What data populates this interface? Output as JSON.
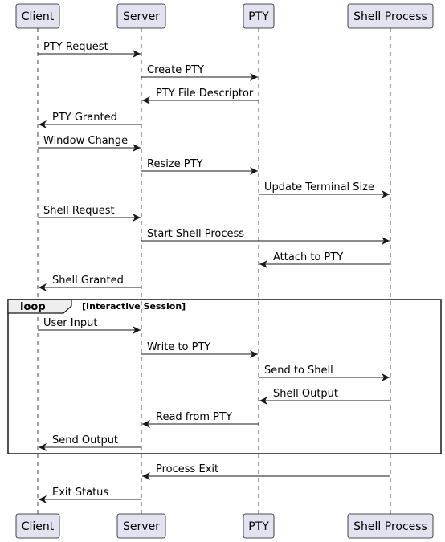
{
  "participants": [
    {
      "id": "client",
      "name": "Client"
    },
    {
      "id": "server",
      "name": "Server"
    },
    {
      "id": "pty",
      "name": "PTY"
    },
    {
      "id": "shell",
      "name": "Shell Process"
    }
  ],
  "messages": [
    {
      "from": "client",
      "to": "server",
      "label": "PTY Request"
    },
    {
      "from": "server",
      "to": "pty",
      "label": "Create PTY"
    },
    {
      "from": "pty",
      "to": "server",
      "label": "PTY File Descriptor"
    },
    {
      "from": "server",
      "to": "client",
      "label": "PTY Granted"
    },
    {
      "from": "client",
      "to": "server",
      "label": "Window Change"
    },
    {
      "from": "server",
      "to": "pty",
      "label": "Resize PTY"
    },
    {
      "from": "pty",
      "to": "shell",
      "label": "Update Terminal Size"
    },
    {
      "from": "client",
      "to": "server",
      "label": "Shell Request"
    },
    {
      "from": "server",
      "to": "shell",
      "label": "Start Shell Process"
    },
    {
      "from": "shell",
      "to": "pty",
      "label": "Attach to PTY"
    },
    {
      "from": "server",
      "to": "client",
      "label": "Shell Granted"
    },
    {
      "from": "client",
      "to": "server",
      "label": "User Input"
    },
    {
      "from": "server",
      "to": "pty",
      "label": "Write to PTY"
    },
    {
      "from": "pty",
      "to": "shell",
      "label": "Send to Shell"
    },
    {
      "from": "shell",
      "to": "pty",
      "label": "Shell Output"
    },
    {
      "from": "pty",
      "to": "server",
      "label": "Read from PTY"
    },
    {
      "from": "server",
      "to": "client",
      "label": "Send Output"
    },
    {
      "from": "shell",
      "to": "server",
      "label": "Process Exit"
    },
    {
      "from": "server",
      "to": "client",
      "label": "Exit Status"
    }
  ],
  "fragment": {
    "keyword": "loop",
    "condition": "[Interactive Session]",
    "first_message": 11,
    "last_message": 16
  },
  "colors": {
    "participant_fill": "#e2e2f0",
    "participant_stroke": "#181818",
    "line": "#181818"
  }
}
